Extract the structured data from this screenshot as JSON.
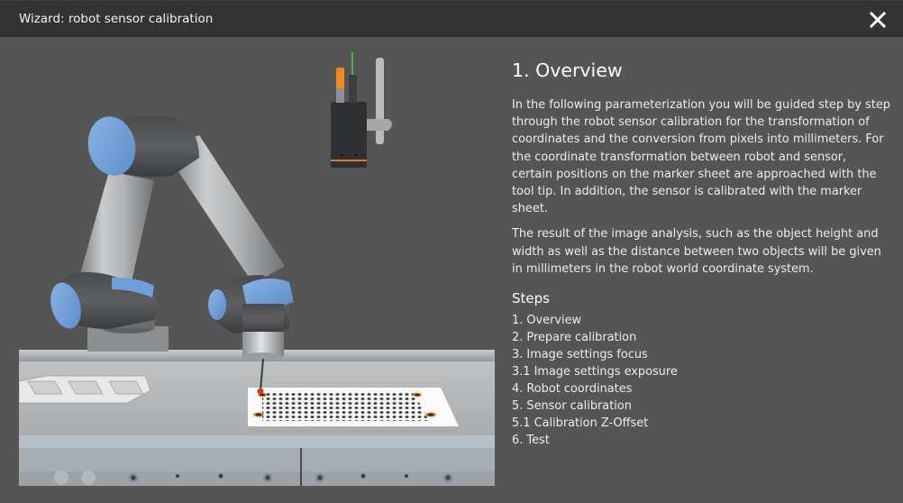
{
  "window": {
    "title": "Wizard: robot sensor calibration",
    "close_icon": "close-icon",
    "colors": {
      "titlebar": "#333333",
      "background": "#555555",
      "text": "#ececec",
      "robot_accent": "#6f9fd8",
      "sensor_accent": "#f08a1c"
    }
  },
  "content": {
    "heading": "1. Overview",
    "paragraphs": [
      "In the following parameterization you will be guided step by step through the robot sensor calibration for the transformation of coordinates and the conversion from pixels into millimeters. For the coordinate transformation between robot and sensor, certain positions on the marker sheet are approached with the tool tip. In addition, the sensor is calibrated with the marker sheet.",
      "The result of the image analysis, such as the object height and width as well as the distance between two objects will be given in millimeters in the robot world coordinate system."
    ],
    "steps_heading": "Steps",
    "steps": [
      "1. Overview",
      "2. Prepare calibration",
      "3. Image settings focus",
      "3.1 Image settings exposure",
      "4. Robot coordinates",
      "5. Sensor calibration",
      "5.1 Calibration Z-Offset",
      "6. Test"
    ]
  },
  "illustration": {
    "description": "robot arm with tool tip touching marker sheet, sensor camera mounted above"
  }
}
